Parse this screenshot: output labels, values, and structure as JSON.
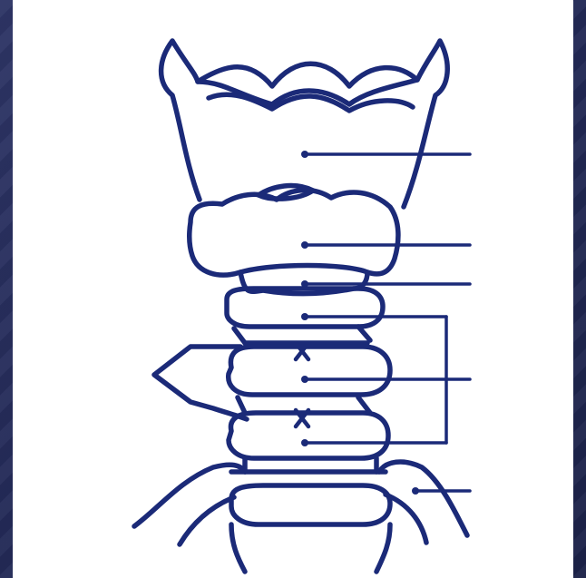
{
  "diagram": {
    "stroke_color": "#1b2a78",
    "background_color": "#ffffff",
    "slide_background": "#232a57",
    "label_texts": [],
    "structures": [
      "thyroid-cartilage",
      "cricoid-cartilage",
      "cricothyroid-membrane",
      "tracheal-ring-1",
      "tracheal-ring-2",
      "tracheal-ring-3",
      "tracheal-ring-4",
      "sternal-notch-clavicles",
      "incision-markers",
      "scalpel-outline"
    ]
  }
}
